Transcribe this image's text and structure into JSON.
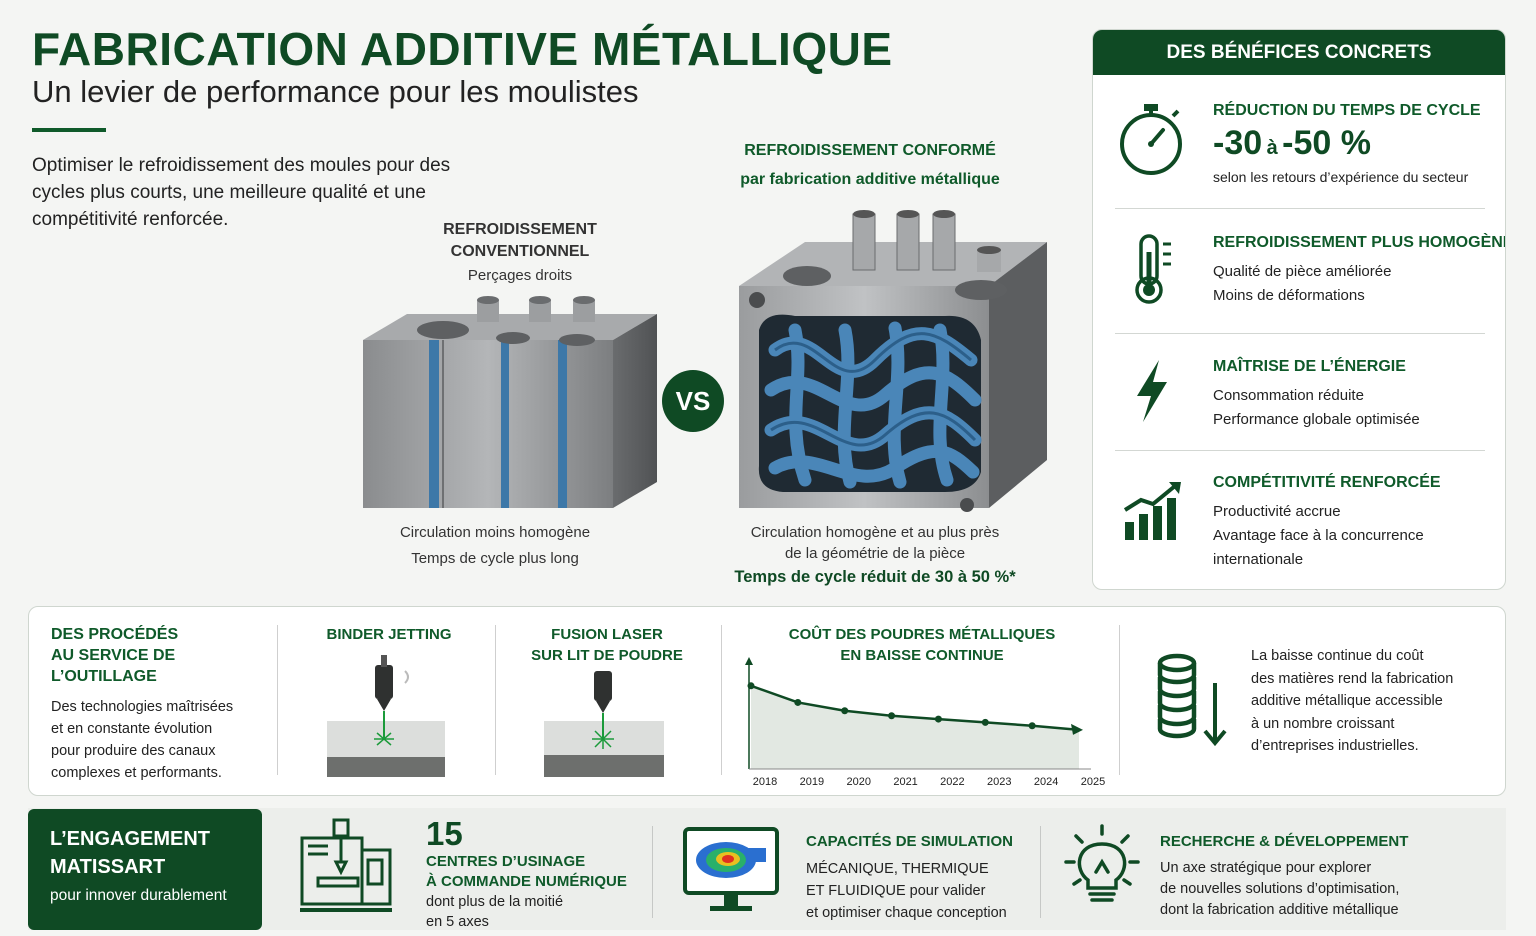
{
  "header": {
    "title": "FABRICATION ADDITIVE MÉTALLIQUE",
    "subtitle": "Un levier de performance pour les moulistes",
    "intro": "Optimiser le refroidissement des moules pour des cycles plus courts, une meilleure qualité et une compétitivité renforcée."
  },
  "comparison": {
    "conventional": {
      "title_line1": "REFROIDISSEMENT",
      "title_line2": "CONVENTIONNEL",
      "subtitle": "Perçages droits",
      "caption_line1": "Circulation moins homogène",
      "caption_line2": "Temps de cycle plus long"
    },
    "vs_label": "VS",
    "conformal": {
      "title": "REFROIDISSEMENT CONFORMÉ",
      "subtitle": "par fabrication additive métallique",
      "caption_line1": "Circulation homogène et au plus près",
      "caption_line2": "de la géométrie de la pièce",
      "highlight": "Temps de cycle réduit de 30 à 50 %*"
    }
  },
  "benefits": {
    "heading": "DES BÉNÉFICES CONCRETS",
    "items": [
      {
        "icon": "stopwatch-icon",
        "title": "RÉDUCTION DU TEMPS DE CYCLE",
        "value_a": "-30",
        "value_join": "à",
        "value_b": "-50 %",
        "line1": "selon les retours d’expérience du secteur"
      },
      {
        "icon": "thermometer-icon",
        "title": "REFROIDISSEMENT PLUS HOMOGÈNE",
        "line1": "Qualité de pièce améliorée",
        "line2": "Moins de déformations"
      },
      {
        "icon": "lightning-icon",
        "title": "MAÎTRISE DE L’ÉNERGIE",
        "line1": "Consommation réduite",
        "line2": "Performance globale optimisée"
      },
      {
        "icon": "growth-chart-icon",
        "title": "COMPÉTITIVITÉ RENFORCÉE",
        "line1": "Productivité accrue",
        "line2": "Avantage face à la concurrence",
        "line3": "internationale"
      }
    ]
  },
  "processes": {
    "heading_line1": "DES PROCÉDÉS",
    "heading_line2": "AU SERVICE DE",
    "heading_line3": "L’OUTILLAGE",
    "text_line1": "Des technologies maîtrisées",
    "text_line2": "et en constante évolution",
    "text_line3": "pour produire des canaux",
    "text_line4": "complexes et performants.",
    "binder": "BINDER JETTING",
    "laser_line1": "FUSION LASER",
    "laser_line2": "SUR LIT DE POUDRE"
  },
  "powder": {
    "title_line1": "COÛT DES POUDRES MÉTALLIQUES",
    "title_line2": "EN BAISSE CONTINUE",
    "text_line1": "La baisse continue du coût",
    "text_line2": "des matières rend la fabrication",
    "text_line3": "additive métallique accessible",
    "text_line4": "à un nombre croissant",
    "text_line5": "d’entreprises industrielles."
  },
  "chart_data": {
    "type": "line",
    "x": [
      "2018",
      "2019",
      "2020",
      "2021",
      "2022",
      "2023",
      "2024",
      "2025"
    ],
    "values": [
      100,
      80,
      70,
      64,
      60,
      56,
      52,
      47
    ],
    "ylim": [
      0,
      125
    ],
    "grid": false
  },
  "engagement": {
    "heading_line1": "L’ENGAGEMENT",
    "heading_line2": "MATISSART",
    "subtitle": "pour innover durablement",
    "cnc_count": "15",
    "cnc_line1": "CENTRES D’USINAGE",
    "cnc_line2": "À COMMANDE NUMÉRIQUE",
    "cnc_line3": "dont plus de la moitié",
    "cnc_line4": "en 5 axes",
    "sim_title": "CAPACITÉS DE SIMULATION",
    "sim_line1": "MÉCANIQUE, THERMIQUE",
    "sim_line2": "ET FLUIDIQUE pour valider",
    "sim_line3": "et optimiser chaque conception",
    "rd_title": "RECHERCHE & DÉVELOPPEMENT",
    "rd_line1": "Un axe stratégique pour explorer",
    "rd_line2": "de nouvelles solutions d’optimisation,",
    "rd_line3": "dont la fabrication additive métallique"
  },
  "colors": {
    "brand_green": "#0f4a24",
    "accent_green": "#0f5a2a",
    "channel_blue": "#3d78a8"
  }
}
